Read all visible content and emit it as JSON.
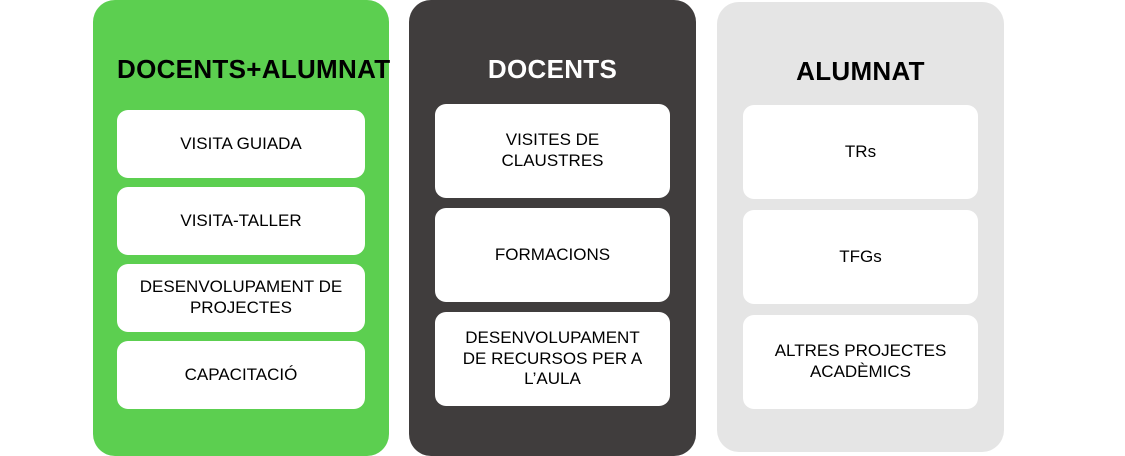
{
  "diagram": {
    "title_colors": {
      "green": "#5ccf50",
      "dark_gray": "#403d3d",
      "light_gray": "#e5e5e5",
      "card_white": "#ffffff",
      "text_black": "#000000",
      "text_white": "#ffffff"
    },
    "columns": [
      {
        "id": "docents-alumnat",
        "header": "DOCENTS+ALUMNAT",
        "header_color": "#000000",
        "panel_color": "#5ccf50",
        "cards": [
          {
            "label": "VISITA GUIADA"
          },
          {
            "label": "VISITA-TALLER"
          },
          {
            "label": "DESENVOLUPAMENT DE\nPROJECTES"
          },
          {
            "label": "CAPACITACIÓ"
          }
        ]
      },
      {
        "id": "docents",
        "header": "DOCENTS",
        "header_color": "#ffffff",
        "panel_color": "#403d3d",
        "cards": [
          {
            "label": "VISITES DE\nCLAUSTRES"
          },
          {
            "label": "FORMACIONS"
          },
          {
            "label": "DESENVOLUPAMENT\nDE RECURSOS PER A\nL’AULA"
          }
        ]
      },
      {
        "id": "alumnat",
        "header": "ALUMNAT",
        "header_color": "#000000",
        "panel_color": "#e5e5e5",
        "cards": [
          {
            "label": "TRs"
          },
          {
            "label": "TFGs"
          },
          {
            "label": "ALTRES PROJECTES\nACADÈMICS"
          }
        ]
      }
    ]
  }
}
